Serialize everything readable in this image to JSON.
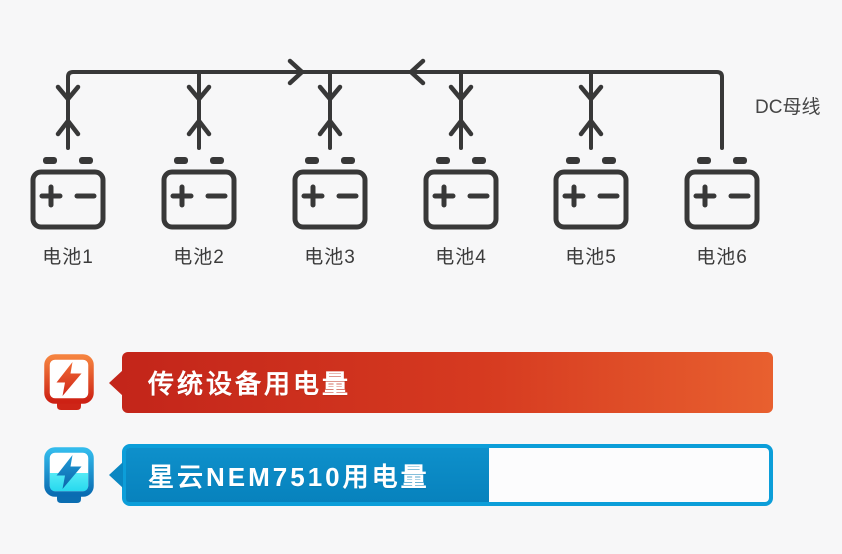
{
  "page": {
    "background": "#f7f7f8"
  },
  "diagram": {
    "bus_label": "DC母线",
    "line_color": "#383838",
    "bus_arrows": [
      "right",
      "left"
    ],
    "batteries": [
      {
        "label": "电池1"
      },
      {
        "label": "电池2"
      },
      {
        "label": "电池3"
      },
      {
        "label": "电池4"
      },
      {
        "label": "电池5"
      },
      {
        "label": "电池6"
      }
    ]
  },
  "comparison": {
    "rows": [
      {
        "id": "traditional",
        "label": "传统设备用电量",
        "icon": "power-meter-lightning-icon",
        "colors": {
          "start": "#c3251a",
          "end": "#e8602f"
        },
        "fill_ratio": 1
      },
      {
        "id": "nem7510",
        "label": "星云NEM7510用电量",
        "icon": "power-meter-lightning-icon",
        "colors": {
          "fill": "#0a87c2",
          "border": "#0c9ed9",
          "level": "#3be1f0"
        },
        "fill_ratio": 0.565
      }
    ]
  }
}
